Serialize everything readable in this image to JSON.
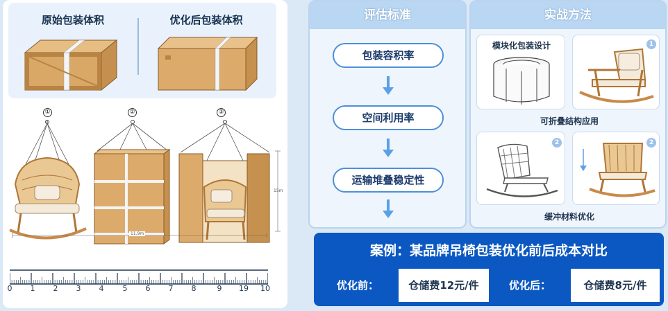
{
  "volume_compare": {
    "original_label": "原始包装体积",
    "optimized_label": "优化后包装体积"
  },
  "hanging_steps": {
    "step1": "①",
    "step2": "②",
    "step3": "③",
    "width_label": "11.9m",
    "height_label": "15m"
  },
  "ruler": {
    "ticks": [
      "0",
      "1",
      "2",
      "3",
      "4",
      "5",
      "6",
      "7",
      "8",
      "9",
      "19",
      "10"
    ]
  },
  "criteria": {
    "title": "评估标准",
    "items": [
      "包装容积率",
      "空间利用率",
      "运输堆叠稳定性"
    ]
  },
  "methods": {
    "title": "实战方法",
    "modular_label": "模块化包装设计",
    "foldable_label": "可折叠结构应用",
    "cushion_label": "缓冲材料优化",
    "badge1": "1",
    "badge2a": "2",
    "badge2b": "2"
  },
  "case": {
    "title": "案例：某品牌吊椅包装优化前后成本对比",
    "before_label": "优化前：",
    "before_value": "仓储费12元/件",
    "after_label": "优化后：",
    "after_value": "仓储费8元/件"
  },
  "colors": {
    "accent": "#0b58c2",
    "pill_border": "#4d8fd8",
    "cardboard": "#d9a866",
    "cardboard_dark": "#b98343",
    "rattan": "#c88a4a"
  }
}
